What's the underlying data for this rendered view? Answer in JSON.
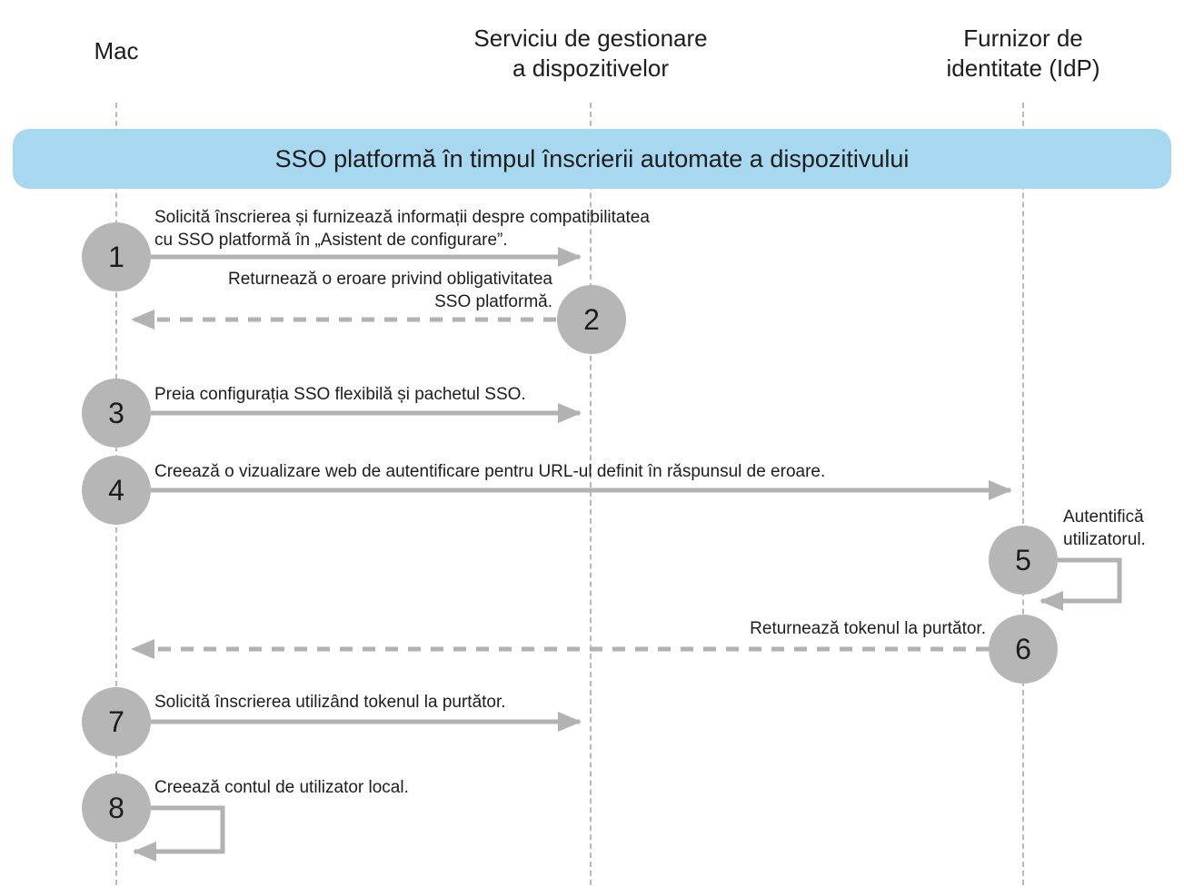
{
  "banner": {
    "label": "SSO platformă în timpul înscrierii automate a dispozitivului"
  },
  "actors": [
    {
      "label": "Mac"
    },
    {
      "label": "Serviciu de gestionare\na dispozitivelor"
    },
    {
      "label": "Furnizor de\nidentitate (IdP)"
    }
  ],
  "steps": [
    {
      "num": "1",
      "text": "Solicită înscrierea și furnizează informații despre compatibilitatea\ncu SSO platformă în „Asistent de configurare”."
    },
    {
      "num": "2",
      "text": "Returnează o eroare privind obligativitatea\nSSO platformă."
    },
    {
      "num": "3",
      "text": "Preia configurația SSO flexibilă și pachetul SSO."
    },
    {
      "num": "4",
      "text": "Creează o vizualizare web de autentificare pentru URL-ul definit în răspunsul de eroare."
    },
    {
      "num": "5",
      "text": "Autentifică\nutilizatorul."
    },
    {
      "num": "6",
      "text": "Returnează tokenul la purtător."
    },
    {
      "num": "7",
      "text": "Solicită înscrierea utilizând tokenul la purtător."
    },
    {
      "num": "8",
      "text": "Creează contul de utilizator local."
    }
  ],
  "colors": {
    "banner_bg": "#a8d8f0",
    "circle_fill": "#b6b6b6",
    "arrow": "#b2b2b2",
    "lifeline": "#b9b9b9",
    "text": "#1d1d1f"
  }
}
